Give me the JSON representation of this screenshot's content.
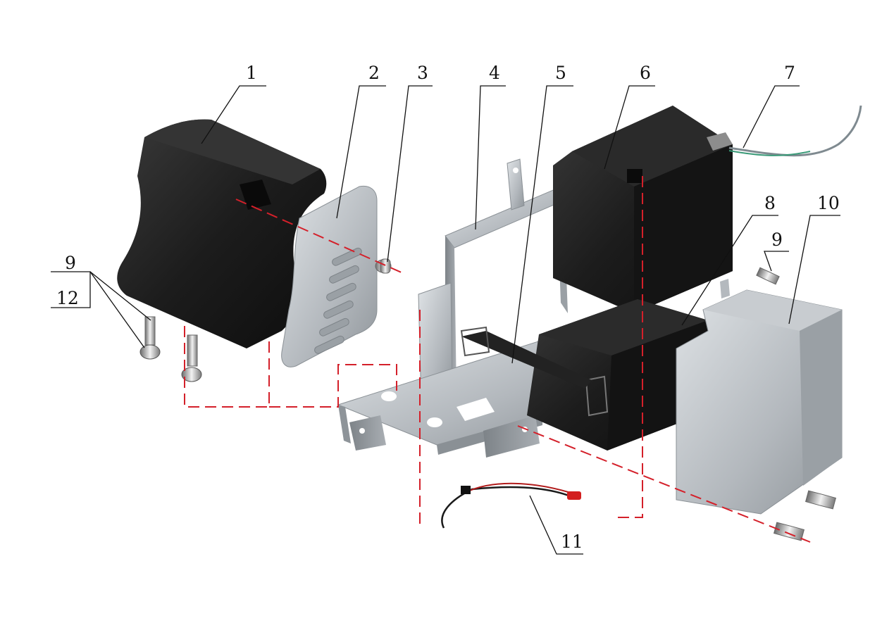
{
  "colors": {
    "part_black": "#1b1b1b",
    "part_metal": "#b9bec3",
    "guide_line": "#d4202a",
    "text": "#111111"
  },
  "callouts": {
    "c1": "1",
    "c2": "2",
    "c3": "3",
    "c4": "4",
    "c5": "5",
    "c6": "6",
    "c7": "7",
    "c8": "8",
    "c9_left": "9",
    "c9_right": "9",
    "c10": "10",
    "c11": "11",
    "c12": "12"
  },
  "icons": [
    "battery-cover-part",
    "rubber-plate-part",
    "clip-part",
    "battery-bracket-part",
    "battery-strap-part",
    "battery-part",
    "battery-lead-part",
    "battery-box-part",
    "bolt-part",
    "side-cover-part",
    "wiring-harness-part"
  ]
}
